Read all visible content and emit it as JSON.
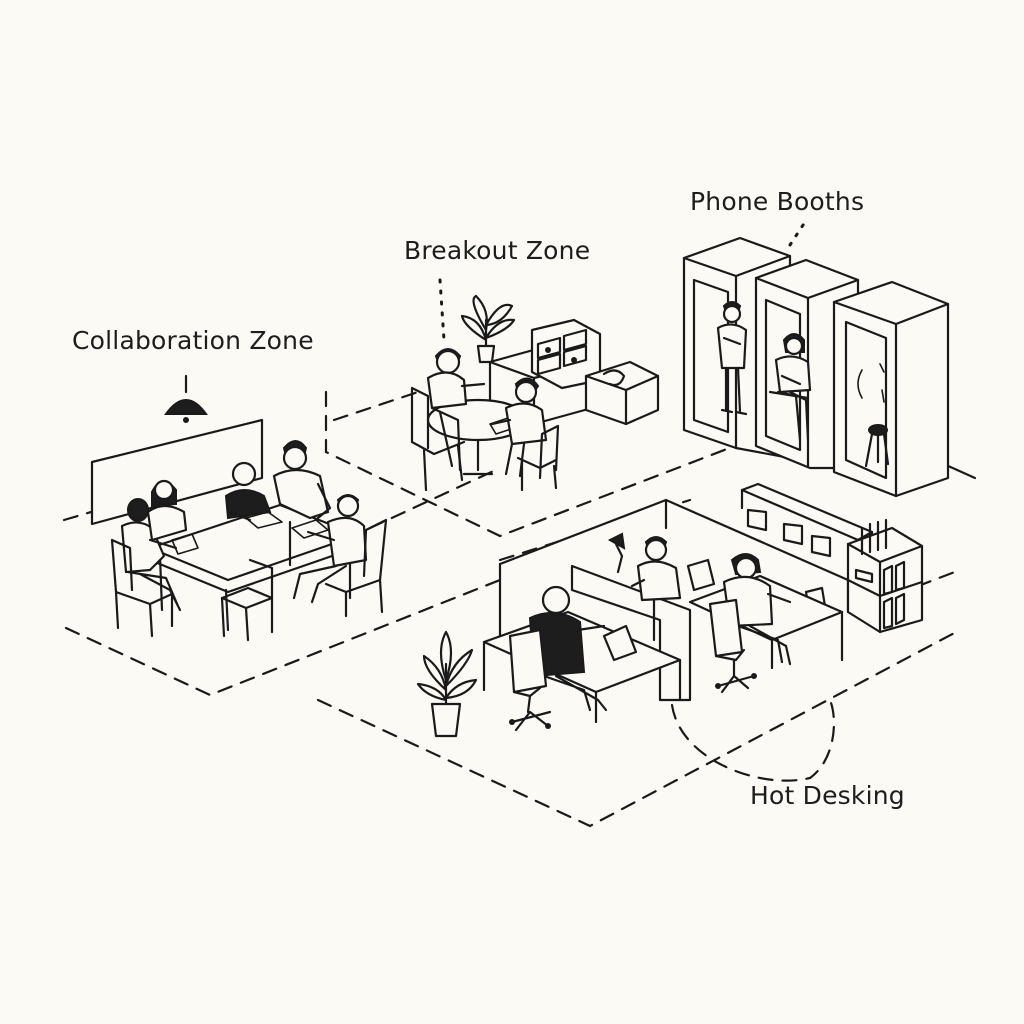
{
  "zones": [
    {
      "id": "collaboration",
      "label": "Collaboration Zone"
    },
    {
      "id": "breakout",
      "label": "Breakout Zone"
    },
    {
      "id": "phone_booths",
      "label": "Phone Booths"
    },
    {
      "id": "hot_desking",
      "label": "Hot Desking"
    }
  ],
  "colors": {
    "background": "#fbfaf5",
    "ink": "#1a1a1a"
  },
  "icons": [
    "pendant-lamp-icon",
    "potted-plant-icon",
    "bookshelf-icon",
    "desk-lamp-icon"
  ]
}
